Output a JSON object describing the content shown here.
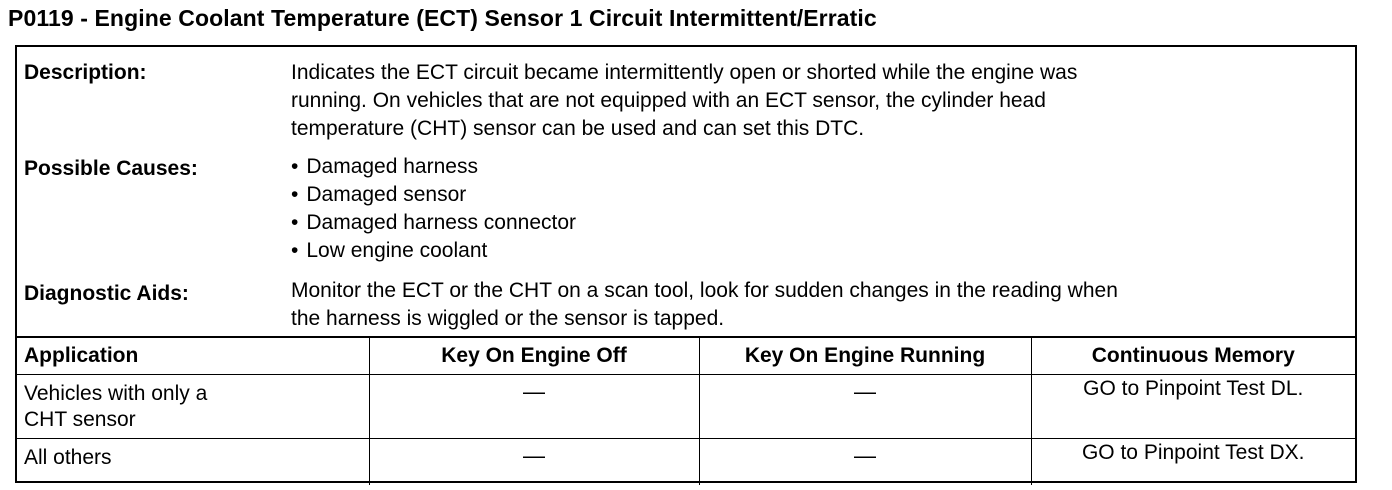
{
  "title": "P0119 - Engine Coolant Temperature (ECT) Sensor 1 Circuit Intermittent/Erratic",
  "description": {
    "label": "Description:",
    "lines": [
      "Indicates the ECT circuit became intermittently open or shorted while the engine was",
      "running. On vehicles that are not equipped with an ECT sensor, the cylinder head",
      "temperature (CHT) sensor can be used and can set this DTC."
    ]
  },
  "possible_causes": {
    "label": "Possible Causes:",
    "items": [
      "Damaged harness",
      "Damaged sensor",
      "Damaged harness connector",
      "Low engine coolant"
    ]
  },
  "diagnostic_aids": {
    "label": "Diagnostic Aids:",
    "lines": [
      "Monitor the ECT or the CHT on a scan tool, look for sudden changes in the reading when",
      "the harness is wiggled or the sensor is tapped."
    ]
  },
  "table": {
    "headers": [
      "Application",
      "Key On Engine Off",
      "Key On Engine Running",
      "Continuous Memory"
    ],
    "rows": [
      {
        "application": [
          "Vehicles with only a",
          "CHT sensor"
        ],
        "koeo": "—",
        "koer": "—",
        "memory": "GO to Pinpoint Test DL."
      },
      {
        "application": [
          "All others"
        ],
        "koeo": "—",
        "koer": "—",
        "memory": "GO to Pinpoint Test DX."
      }
    ]
  }
}
